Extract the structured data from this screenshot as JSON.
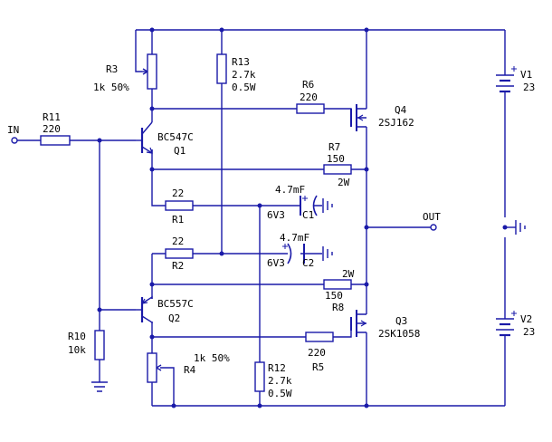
{
  "components": {
    "in": {
      "label": "IN"
    },
    "out": {
      "label": "OUT"
    },
    "r11": {
      "ref": "R11",
      "value": "220"
    },
    "r3": {
      "ref": "R3",
      "value": "1k 50%"
    },
    "r13": {
      "ref": "R13",
      "value": "2.7k",
      "power": "0.5W"
    },
    "r6": {
      "ref": "R6",
      "value": "220"
    },
    "q4": {
      "ref": "Q4",
      "part": "2SJ162"
    },
    "q1": {
      "ref": "Q1",
      "part": "BC547C"
    },
    "r7": {
      "ref": "R7",
      "value": "150",
      "power": "2W"
    },
    "r1": {
      "ref": "R1",
      "value": "22"
    },
    "c1": {
      "ref": "C1",
      "value": "4.7mF",
      "voltage": "6V3"
    },
    "r2": {
      "ref": "R2",
      "value": "22"
    },
    "c2": {
      "ref": "C2",
      "value": "4.7mF",
      "voltage": "6V3"
    },
    "q2": {
      "ref": "Q2",
      "part": "BC557C"
    },
    "r8": {
      "ref": "R8",
      "value": "150",
      "power": "2W"
    },
    "q3": {
      "ref": "Q3",
      "part": "2SK1058"
    },
    "r5": {
      "ref": "R5",
      "value": "220"
    },
    "r10": {
      "ref": "R10",
      "value": "10k"
    },
    "r4": {
      "ref": "R4",
      "value": "1k 50%"
    },
    "r12": {
      "ref": "R12",
      "value": "2.7k",
      "power": "0.5W"
    },
    "v1": {
      "ref": "V1",
      "value": "23"
    },
    "v2": {
      "ref": "V2",
      "value": "23"
    }
  },
  "colors": {
    "wire": "#1a1aa8",
    "text": "#000000",
    "background": "#ffffff"
  }
}
